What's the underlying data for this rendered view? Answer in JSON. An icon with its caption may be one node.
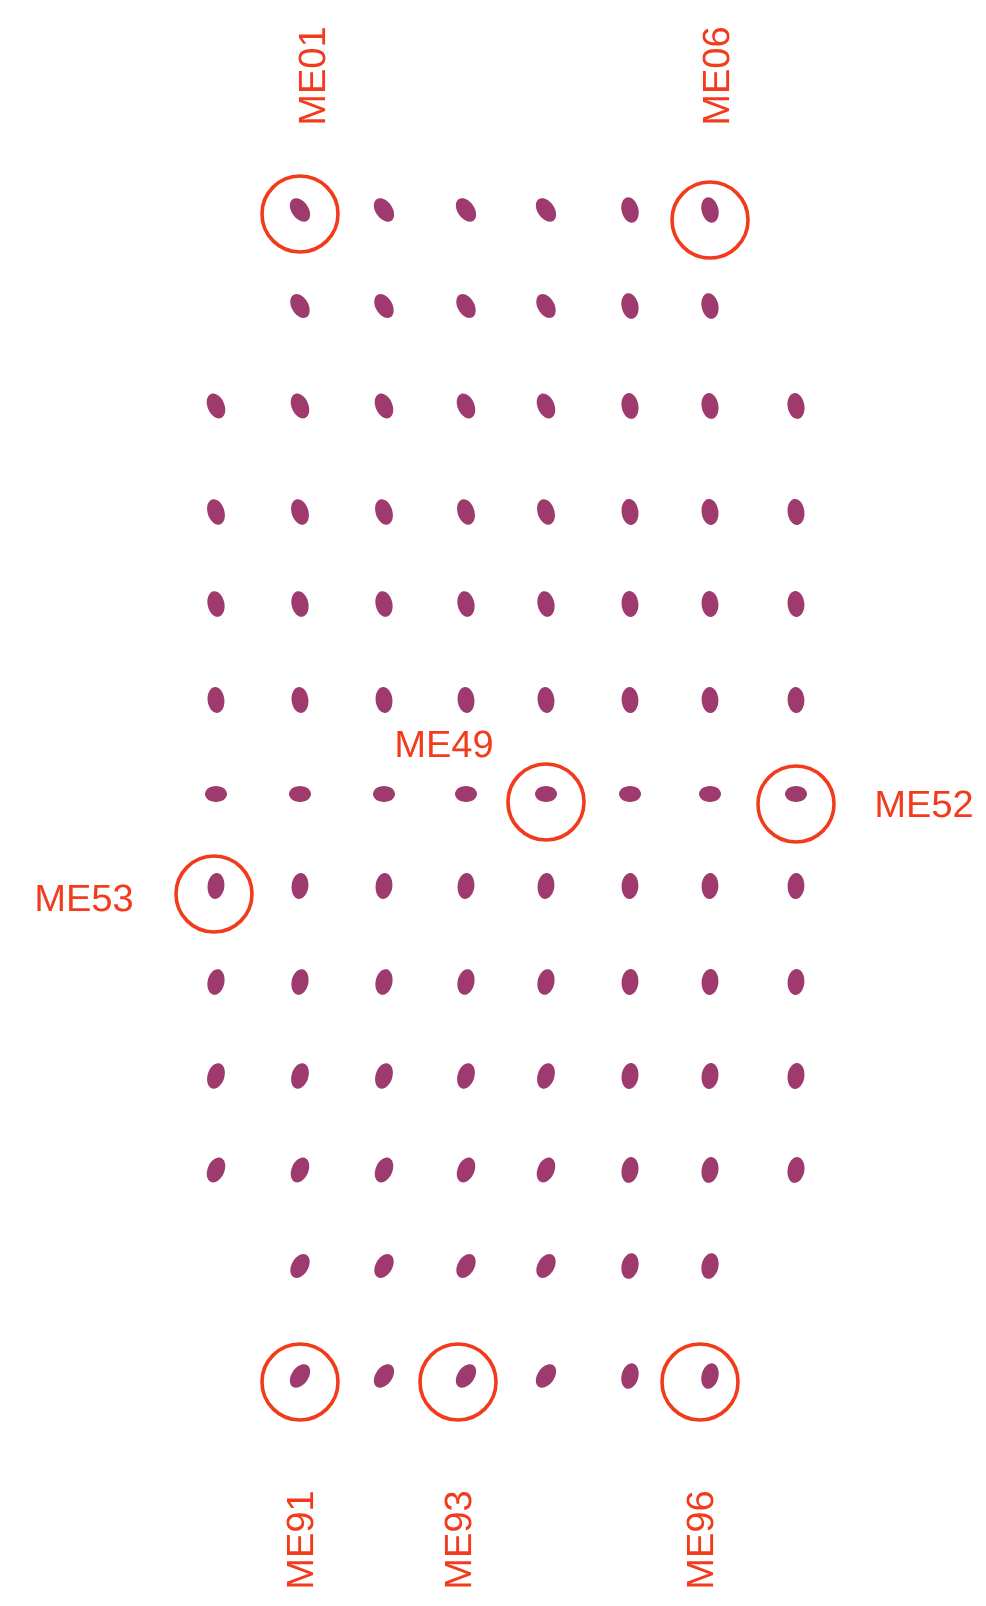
{
  "diagram": {
    "nodes": [
      {
        "text": [
          "ME01"
        ]
      },
      {
        "text": [
          "ME06"
        ]
      },
      {
        "text": [
          "ME49"
        ]
      },
      {
        "text": [
          "ME52"
        ]
      },
      {
        "text": [
          "ME53"
        ]
      },
      {
        "text": [
          "ME91"
        ]
      },
      {
        "text": [
          "ME93"
        ]
      },
      {
        "text": [
          "ME96"
        ]
      }
    ]
  }
}
